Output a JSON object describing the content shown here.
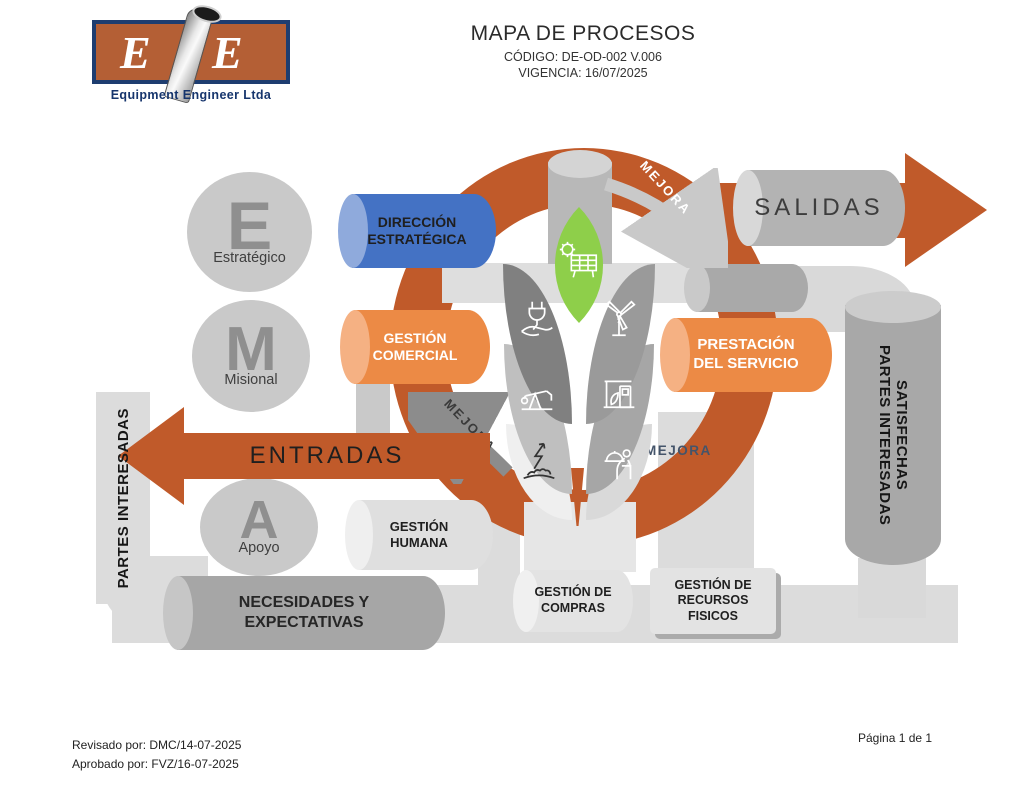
{
  "header": {
    "logo": {
      "letter1": "E",
      "letter2": "E",
      "company": "Equipment Engineer Ltda"
    },
    "title": "MAPA DE PROCESOS",
    "code": "CÓDIGO: DE-OD-002 V.006",
    "vigencia": "VIGENCIA: 16/07/2025"
  },
  "levels": [
    {
      "letter": "E",
      "label": "Estratégico"
    },
    {
      "letter": "M",
      "label": "Misional"
    },
    {
      "letter": "A",
      "label": "Apoyo"
    }
  ],
  "flow": {
    "entradas": "ENTRADAS",
    "salidas": "SALIDAS",
    "partes_entrada": "PARTES INTERESADAS",
    "partes_salida_1": "PARTES INTERESADAS",
    "partes_salida_2": "SATISFECHAS"
  },
  "mejora": {
    "top": "MEJORA",
    "left": "MEJORA",
    "right": "MEJORA"
  },
  "proc": {
    "direccion": {
      "l1": "DIRECCIÓN",
      "l2": "ESTRATÉGICA"
    },
    "comercial": {
      "l1": "GESTIÓN",
      "l2": "COMERCIAL"
    },
    "prestacion": {
      "l1": "PRESTACIÓN",
      "l2": "DEL SERVICIO"
    },
    "humana": {
      "l1": "GESTIÓN",
      "l2": "HUMANA"
    },
    "necesidades": {
      "l1": "NECESIDADES Y",
      "l2": "EXPECTATIVAS"
    },
    "compras": {
      "l1": "GESTIÓN DE",
      "l2": "COMPRAS"
    },
    "recursos": {
      "l1": "GESTIÓN DE",
      "l2": "RECURSOS",
      "l3": "FISICOS"
    }
  },
  "icons": {
    "center_leaves": [
      "solar-panel",
      "hand-plug",
      "wind-turbine",
      "oil-pump",
      "fuel-station",
      "lightning-strike",
      "food-service"
    ]
  },
  "footer": {
    "revisado": "Revisado por: DMC/14-07-2025",
    "aprobado": "Aprobado por: FVZ/16-07-2025",
    "pagina": "Página 1 de 1"
  },
  "colors": {
    "rust": "#c05a2a",
    "orange": "#ec8a45",
    "blue": "#4472c4",
    "green": "#8ecf4a",
    "navy": "#44546a"
  }
}
